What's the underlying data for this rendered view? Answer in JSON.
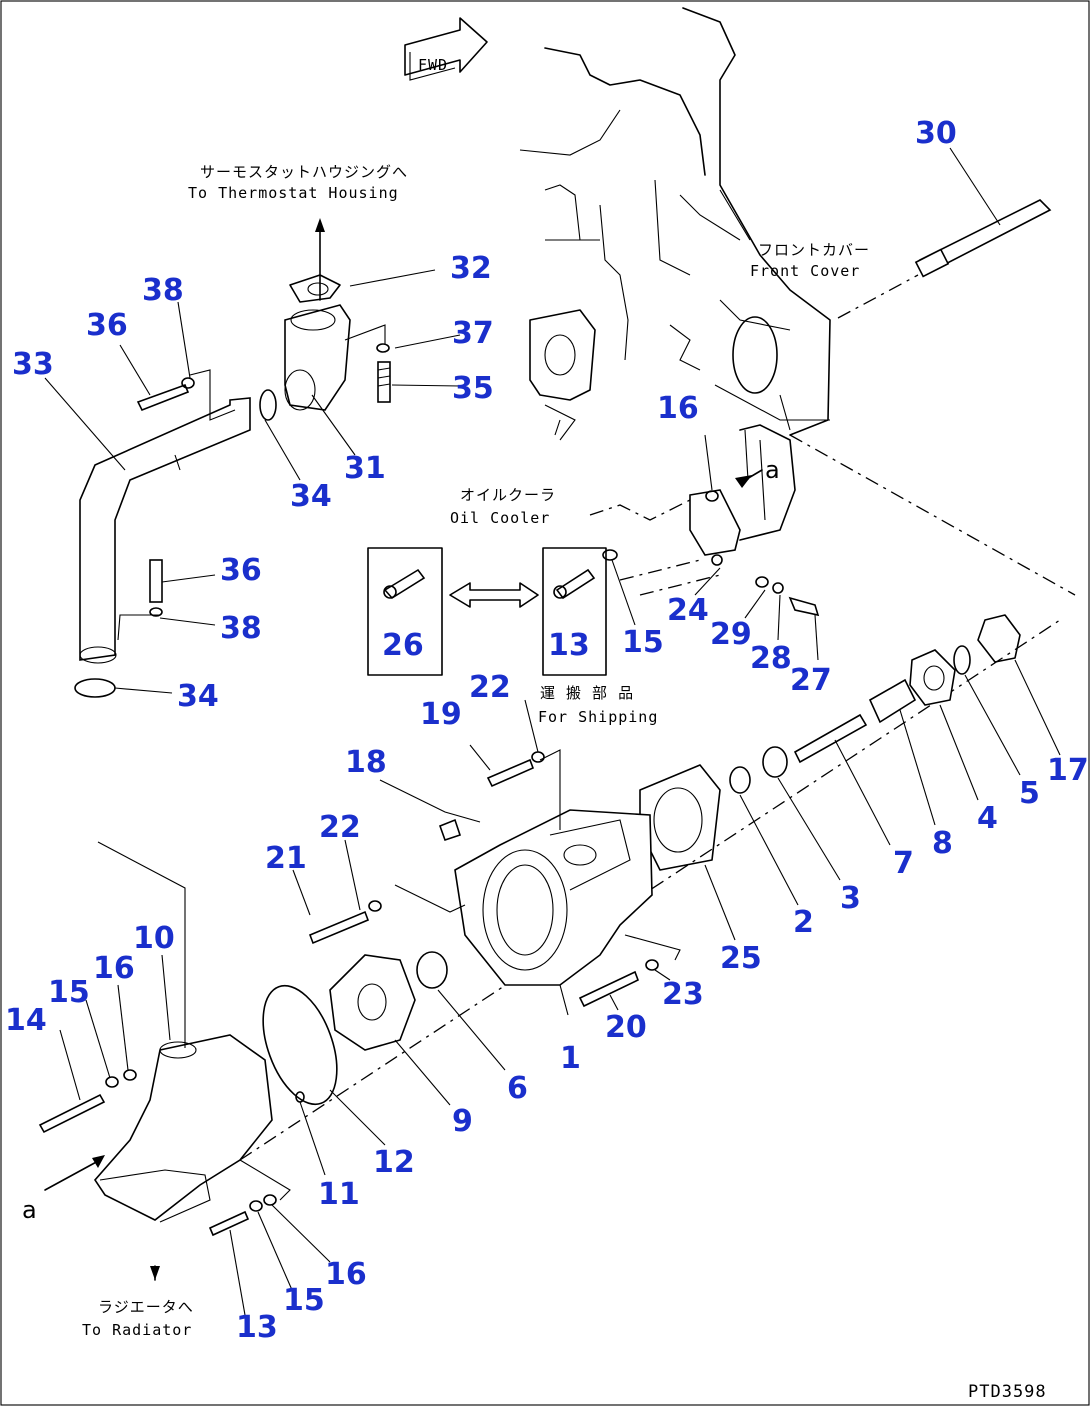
{
  "labels": {
    "to_thermostat_jp": "サーモスタットハウジングへ",
    "to_thermostat_en": "To Thermostat Housing",
    "front_cover_jp": "フロントカバー",
    "front_cover_en": "Front Cover",
    "oil_cooler_jp": "オイルクーラ",
    "oil_cooler_en": "Oil Cooler",
    "for_shipping_jp": "運 搬 部 品",
    "for_shipping_en": "For Shipping",
    "to_radiator_jp": "ラジエータへ",
    "to_radiator_en": "To Radiator",
    "fwd": "FWD",
    "view_a_mark": "a",
    "view_a_arrow": "a",
    "drawing_number": "PTD3598"
  },
  "callouts": [
    {
      "id": "c1",
      "text": "1"
    },
    {
      "id": "c2",
      "text": "2"
    },
    {
      "id": "c3",
      "text": "3"
    },
    {
      "id": "c4",
      "text": "4"
    },
    {
      "id": "c5",
      "text": "5"
    },
    {
      "id": "c6",
      "text": "6"
    },
    {
      "id": "c7",
      "text": "7"
    },
    {
      "id": "c8",
      "text": "8"
    },
    {
      "id": "c9",
      "text": "9"
    },
    {
      "id": "c10",
      "text": "10"
    },
    {
      "id": "c11",
      "text": "11"
    },
    {
      "id": "c12",
      "text": "12"
    },
    {
      "id": "c13a",
      "text": "13"
    },
    {
      "id": "c13b",
      "text": "13"
    },
    {
      "id": "c14",
      "text": "14"
    },
    {
      "id": "c15a",
      "text": "15"
    },
    {
      "id": "c15b",
      "text": "15"
    },
    {
      "id": "c15c",
      "text": "15"
    },
    {
      "id": "c16a",
      "text": "16"
    },
    {
      "id": "c16b",
      "text": "16"
    },
    {
      "id": "c16c",
      "text": "16"
    },
    {
      "id": "c17",
      "text": "17"
    },
    {
      "id": "c18",
      "text": "18"
    },
    {
      "id": "c19",
      "text": "19"
    },
    {
      "id": "c20",
      "text": "20"
    },
    {
      "id": "c21",
      "text": "21"
    },
    {
      "id": "c22a",
      "text": "22"
    },
    {
      "id": "c22b",
      "text": "22"
    },
    {
      "id": "c23",
      "text": "23"
    },
    {
      "id": "c24",
      "text": "24"
    },
    {
      "id": "c25",
      "text": "25"
    },
    {
      "id": "c26",
      "text": "26"
    },
    {
      "id": "c27",
      "text": "27"
    },
    {
      "id": "c28",
      "text": "28"
    },
    {
      "id": "c29",
      "text": "29"
    },
    {
      "id": "c30",
      "text": "30"
    },
    {
      "id": "c31",
      "text": "31"
    },
    {
      "id": "c32",
      "text": "32"
    },
    {
      "id": "c33",
      "text": "33"
    },
    {
      "id": "c34a",
      "text": "34"
    },
    {
      "id": "c34b",
      "text": "34"
    },
    {
      "id": "c35",
      "text": "35"
    },
    {
      "id": "c36a",
      "text": "36"
    },
    {
      "id": "c36b",
      "text": "36"
    },
    {
      "id": "c37",
      "text": "37"
    },
    {
      "id": "c38a",
      "text": "38"
    },
    {
      "id": "c38b",
      "text": "38"
    }
  ],
  "colors": {
    "callout": "#1a2fcc",
    "line": "#000000",
    "background": "#ffffff"
  }
}
